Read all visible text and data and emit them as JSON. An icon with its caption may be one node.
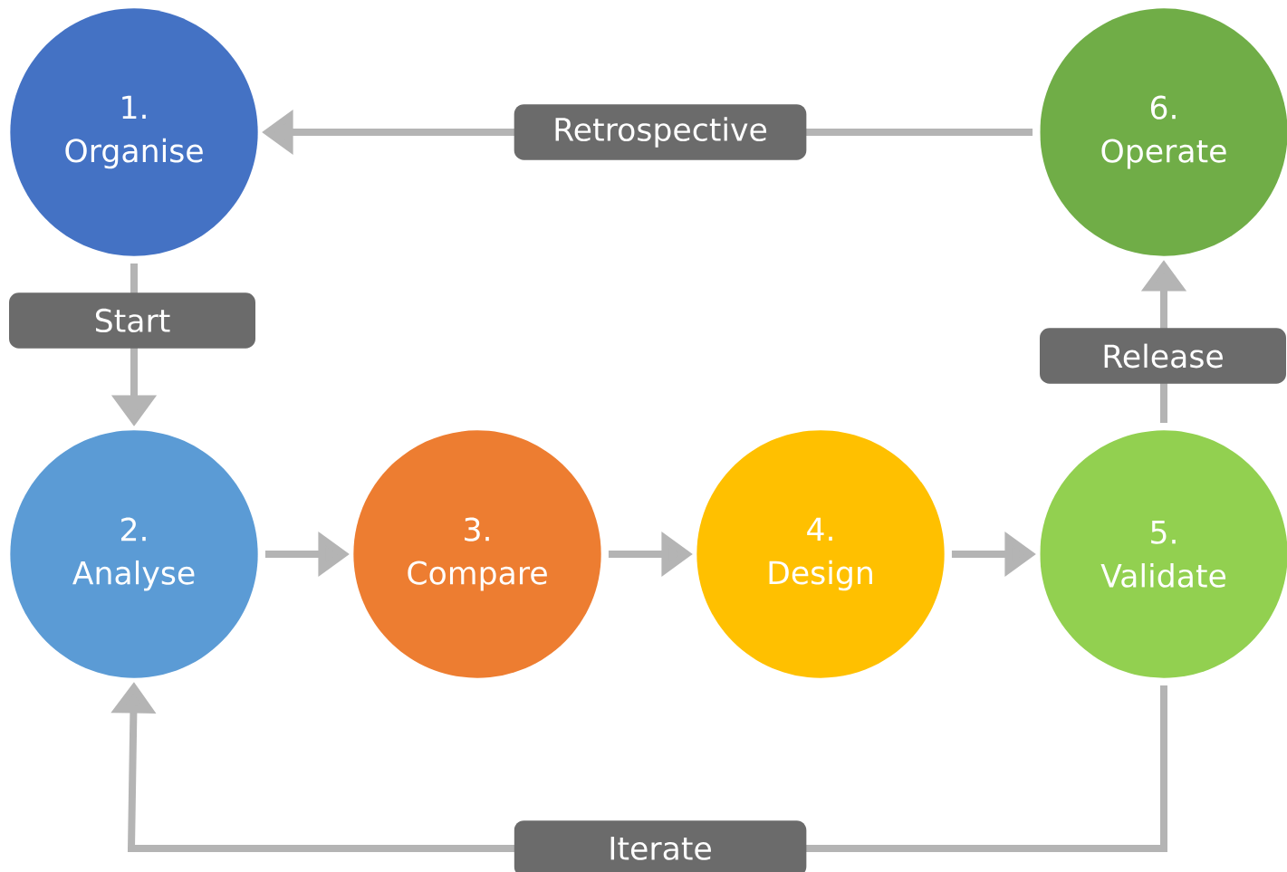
{
  "diagram": {
    "nodes": [
      {
        "text": [
          "1.",
          "Organise"
        ]
      },
      {
        "text": [
          "2.",
          "Analyse"
        ]
      },
      {
        "text": [
          "3.",
          "Compare"
        ]
      },
      {
        "text": [
          "4.",
          "Design"
        ]
      },
      {
        "text": [
          "5.",
          "Validate"
        ]
      },
      {
        "text": [
          "6.",
          "Operate"
        ]
      }
    ],
    "edges": [
      {
        "from": 5,
        "to": 0,
        "arrow": "to",
        "label": "Retrospective"
      },
      {
        "from": 0,
        "to": 1,
        "arrow": "to",
        "label": "Start"
      },
      {
        "from": 1,
        "to": 2,
        "arrow": "to"
      },
      {
        "from": 2,
        "to": 3,
        "arrow": "to"
      },
      {
        "from": 3,
        "to": 4,
        "arrow": "to"
      },
      {
        "from": 4,
        "to": 5,
        "arrow": "to",
        "label": "Release"
      },
      {
        "from": 4,
        "to": 1,
        "arrow": "to",
        "label": "Iterate"
      }
    ]
  }
}
